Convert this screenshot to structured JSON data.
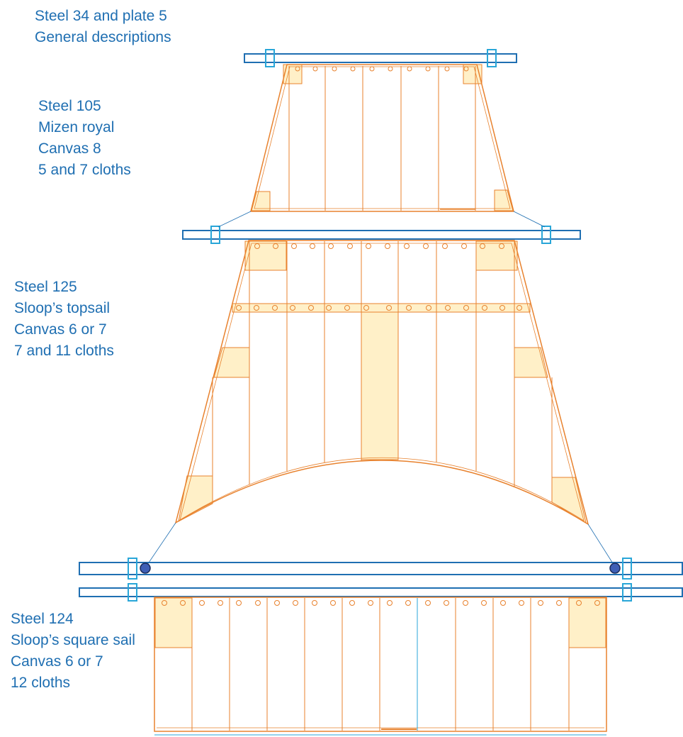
{
  "colors": {
    "yard_outline": "#1f6fb2",
    "yard_band": "#29a6d8",
    "sail_outline": "#e8822e",
    "sail_fill": "#fff0c8",
    "label_text": "#1f6fb2",
    "clew_dot": "#3e5fb5"
  },
  "labels": {
    "header": {
      "line1": "Steel 34 and plate 5",
      "line2": "General descriptions"
    },
    "mizen_royal": {
      "line1": "Steel 105",
      "line2": "Mizen royal",
      "line3": "Canvas 8",
      "line4": "5 and 7 cloths"
    },
    "sloops_topsail": {
      "line1": "Steel 125",
      "line2": "Sloop’s topsail",
      "line3": "Canvas 6 or 7",
      "line4": "7 and 11 cloths"
    },
    "square_sail": {
      "line1": "Steel 124",
      "line2": "Sloop’s square sail",
      "line3": "Canvas 6 or 7",
      "line4": "12 cloths"
    }
  },
  "sails": {
    "mizen_royal": {
      "cloths_head": 5,
      "cloths_foot": 7
    },
    "sloops_topsail": {
      "cloths_head": 7,
      "cloths_foot": 11
    },
    "square_sail": {
      "cloths": 12
    }
  }
}
